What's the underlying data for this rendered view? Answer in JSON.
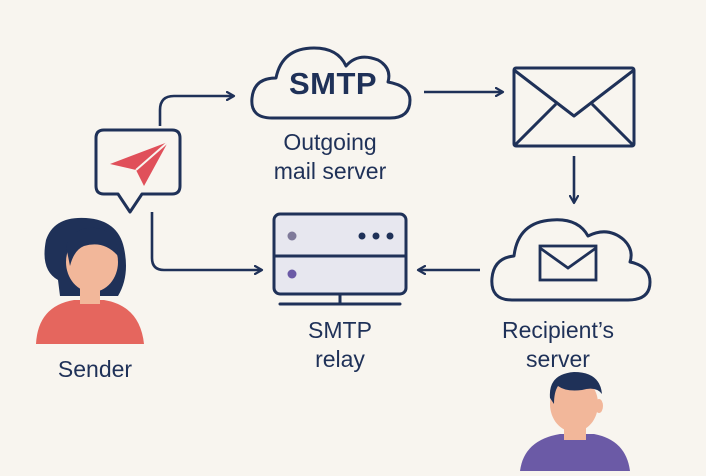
{
  "nodes": {
    "smtp_cloud": {
      "text": "SMTP",
      "label": "Outgoing\nmail server"
    },
    "relay": {
      "label": "SMTP\nrelay"
    },
    "recipient": {
      "label": "Recipient’s\nserver"
    },
    "sender": {
      "label": "Sender"
    }
  },
  "colors": {
    "background": "#f8f5ef",
    "stroke": "#1f3158",
    "accent_red": "#e0505a",
    "server_fill": "#e7e7ef",
    "led": "#7f7a9a",
    "sender_shirt": "#e5665e",
    "sender_hair": "#1f3158",
    "skin": "#f2b79a",
    "recipient_shirt": "#6b5aa6",
    "recipient_hair": "#1f3158"
  },
  "icons": [
    "paper-plane-icon",
    "envelope-icon",
    "cloud-icon",
    "server-icon",
    "speech-bubble-icon",
    "person-icon"
  ]
}
